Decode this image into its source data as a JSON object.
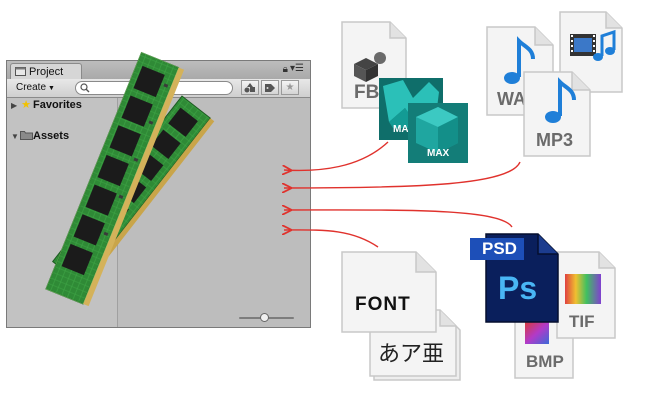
{
  "project_window": {
    "tab_title": "Project",
    "create_label": "Create",
    "search_placeholder": "",
    "tree": [
      {
        "label": "Favorites",
        "icon": "star-icon"
      },
      {
        "label": "Assets",
        "icon": "folder-icon"
      }
    ],
    "thumbnail_size": 0.45
  },
  "file_types": {
    "fbx": "FBX",
    "maya": "MAYA",
    "max": "MAX",
    "wav": "WAV",
    "mp3": "MP3",
    "psd": "PSD",
    "ps": "Ps",
    "tif": "TIF",
    "bmp": "BMP",
    "font": "FONT",
    "font_sample": "あア亜"
  },
  "colors": {
    "arrow": "#e0322d",
    "maya_teal": "#17a8a2",
    "ps_blue": "#0a1f5c",
    "ram_green": "#2d7a2d"
  }
}
